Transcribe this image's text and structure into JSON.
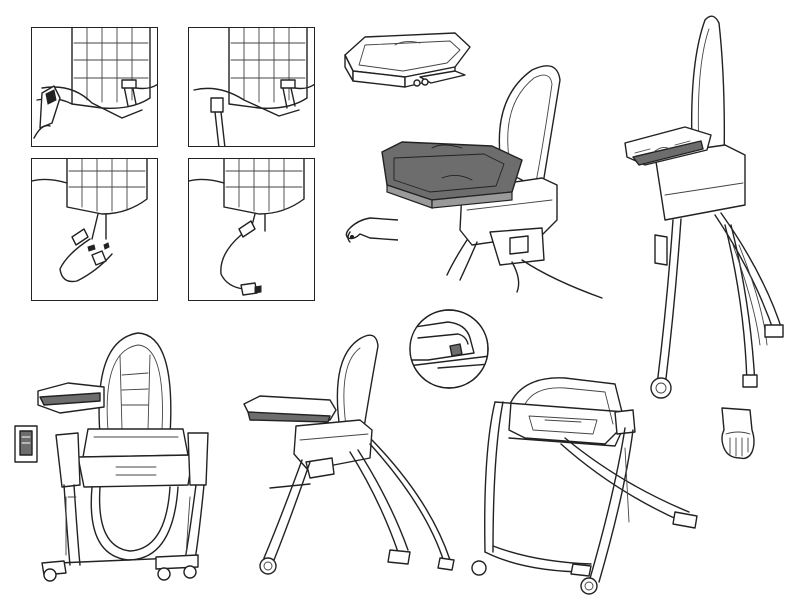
{
  "figure": {
    "colors": {
      "line": "#222222",
      "tray_fill": "#6d6d6d",
      "background": "#ffffff"
    },
    "panels": [
      {
        "id": "strap-step-1"
      },
      {
        "id": "strap-step-2"
      },
      {
        "id": "strap-step-3"
      },
      {
        "id": "strap-step-4"
      }
    ],
    "illustrations": [
      {
        "id": "tray-alone"
      },
      {
        "id": "chair-with-tray"
      },
      {
        "id": "hand-pinch"
      },
      {
        "id": "folded-chair"
      },
      {
        "id": "latch-detail-circle"
      },
      {
        "id": "chair-front"
      },
      {
        "id": "side-tab-inset"
      },
      {
        "id": "chair-side"
      },
      {
        "id": "booster-seat-frame"
      },
      {
        "id": "hand-push"
      }
    ]
  }
}
